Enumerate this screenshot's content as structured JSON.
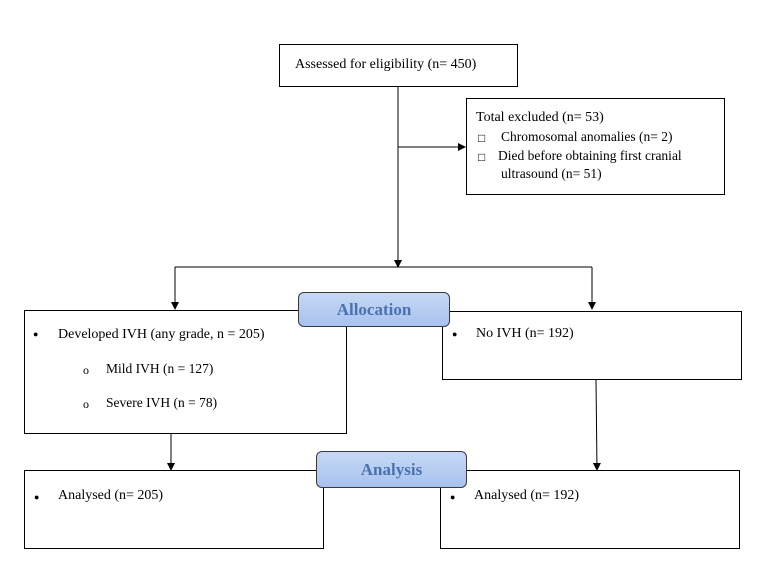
{
  "assessed": {
    "label": "Assessed for eligibility (n= 450)"
  },
  "excluded": {
    "title": "Total excluded (n= 53)",
    "items": [
      "Chromosomal anomalies (n= 2)",
      "Died before obtaining first cranial",
      "ultrasound (n= 51)"
    ]
  },
  "stages": {
    "allocation": "Allocation",
    "analysis": "Analysis"
  },
  "ivh_group": {
    "main": "Developed IVH (any grade, n = 205)",
    "sub": [
      "Mild IVH (n = 127)",
      "Severe IVH (n = 78)"
    ]
  },
  "no_ivh_group": {
    "main": "No IVH (n= 192)"
  },
  "analysed_left": {
    "label": "Analysed (n= 205)"
  },
  "analysed_right": {
    "label": "Analysed (n= 192)"
  },
  "symbols": {
    "bullet": "●",
    "sub_bullet": "o",
    "box_bullet": "□"
  }
}
